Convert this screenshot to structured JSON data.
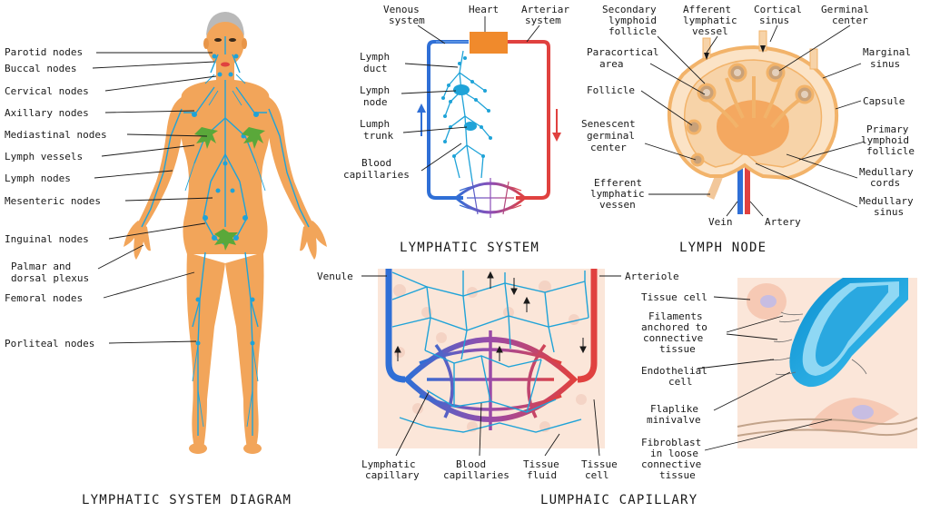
{
  "colors": {
    "skin": "#f2a55a",
    "lymph": "#1fa3d8",
    "vein": "#2f6fd6",
    "artery": "#e0413f",
    "heart": "#f08a2c",
    "node_bg": "#fbe3c6",
    "gland": "#5aa83a",
    "tissue_bg": "#fbe6d9"
  },
  "icons": [
    "human-figure",
    "heart-block",
    "lymph-node-cross-section",
    "capillary-bed",
    "lymphatic-vessel-tip"
  ],
  "body_diagram": {
    "title": "LYMPHATIC SYSTEM DIAGRAM",
    "labels": [
      {
        "text": "Parotid nodes"
      },
      {
        "text": "Buccal nodes"
      },
      {
        "text": "Cervical nodes"
      },
      {
        "text": "Axillary nodes"
      },
      {
        "text": "Mediastinal nodes"
      },
      {
        "text": "Lymph vessels"
      },
      {
        "text": "Lymph nodes"
      },
      {
        "text": "Mesenteric nodes"
      },
      {
        "text": "Inguinal nodes"
      },
      {
        "text": "Palmar and"
      },
      {
        "text": "dorsal plexus"
      },
      {
        "text": "Femoral nodes"
      },
      {
        "text": "Porliteal nodes"
      }
    ]
  },
  "lymphatic_system": {
    "title": "LYMPHATIC SYSTEM",
    "labels": {
      "venous": [
        "Venous",
        "system"
      ],
      "heart": "Heart",
      "arterial": [
        "Arteriar",
        "system"
      ],
      "duct": [
        "Lymph",
        "duct"
      ],
      "node": [
        "Lymph",
        "node"
      ],
      "trunk": [
        "Lumph",
        "trunk"
      ],
      "capillaries": [
        "Blood",
        "capillaries"
      ]
    }
  },
  "lymph_node": {
    "title": "LYMPH NODE",
    "labels": {
      "secondary": [
        "Secondary",
        "lymphoid",
        "follicle"
      ],
      "afferent": [
        "Afferent",
        "lymphatic",
        "vessel"
      ],
      "cortical": [
        "Cortical",
        "sinus"
      ],
      "germinal": [
        "Germinal",
        "center"
      ],
      "paracortical": [
        "Paracortical",
        "area"
      ],
      "marginal": [
        "Marginal",
        "sinus"
      ],
      "follicle": "Follicle",
      "capsule": "Capsule",
      "senescent": [
        "Senescent",
        "germinal",
        "center"
      ],
      "primary": [
        "Primary",
        "lymphoid",
        "follicle"
      ],
      "medcords": [
        "Medullary",
        "cords"
      ],
      "efferent": [
        "Efferent",
        "lymphatic",
        "vessen"
      ],
      "medsinus": [
        "Medullary",
        "sinus"
      ],
      "vein": "Vein",
      "artery": "Artery"
    }
  },
  "capillary": {
    "title": "LUMPHAIC CAPILLARY",
    "labels": {
      "venule": "Venule",
      "arteriole": "Arteriole",
      "lymcap": [
        "Lymphatic",
        "capillary"
      ],
      "bloodcap": [
        "Blood",
        "capillaries"
      ],
      "fluid": [
        "Tissue",
        "fluid"
      ],
      "tcell": [
        "Tissue",
        "cell"
      ],
      "tissuecell": "Tissue cell",
      "filaments": [
        "Filaments",
        "anchored to",
        "connective",
        "tissue"
      ],
      "endo": [
        "Endothelial",
        "cell"
      ],
      "flap": [
        "Flaplike",
        "minivalve"
      ],
      "fibro": [
        "Fibroblast",
        "in loose",
        "connective",
        "tissue"
      ]
    }
  }
}
